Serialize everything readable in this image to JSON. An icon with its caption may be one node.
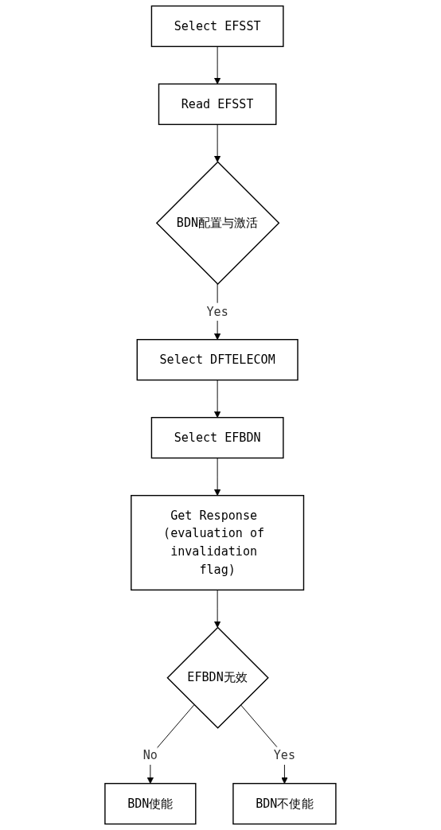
{
  "diagram": {
    "nodes": [
      {
        "text": [
          "Select EFSST"
        ]
      },
      {
        "text": [
          "Read EFSST"
        ]
      },
      {
        "text": [
          "BDN配置与激活"
        ]
      },
      {
        "text": [
          "Select DFTELECOM"
        ]
      },
      {
        "text": [
          "Select EFBDN"
        ]
      },
      {
        "text": [
          "Get Response (evaluation of invalidation flag)"
        ]
      },
      {
        "text": [
          "EFBDN无效"
        ]
      },
      {
        "text": [
          "BDN使能"
        ]
      },
      {
        "text": [
          "BDN不使能"
        ]
      }
    ],
    "edges": [
      {
        "from": 0,
        "to": 1,
        "arrow": "to"
      },
      {
        "from": 1,
        "to": 2,
        "arrow": "to"
      },
      {
        "from": 2,
        "to": 3,
        "label": "Yes",
        "arrow": "to"
      },
      {
        "from": 3,
        "to": 4,
        "arrow": "to"
      },
      {
        "from": 4,
        "to": 5,
        "arrow": "to"
      },
      {
        "from": 5,
        "to": 6,
        "arrow": "to"
      },
      {
        "from": 6,
        "to": 7,
        "label": "No",
        "arrow": "to"
      },
      {
        "from": 6,
        "to": 8,
        "label": "Yes",
        "arrow": "to"
      }
    ]
  }
}
